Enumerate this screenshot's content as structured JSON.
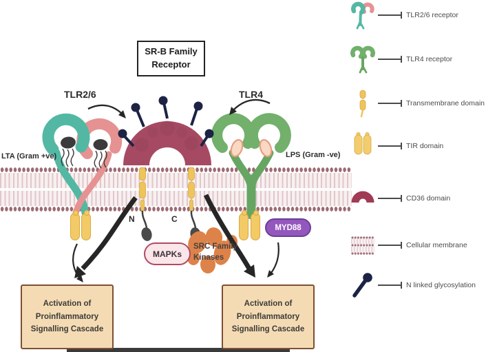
{
  "diagram": {
    "receptor_title": "SR-B Family Receptor",
    "tlr26_label": "TLR2/6",
    "tlr4_label": "TLR4",
    "lta_label": "LTA (Gram +ve)",
    "lps_label": "LPS (Gram -ve)",
    "n_terminus": "N",
    "c_terminus": "C",
    "mapks_label": "MAPKs",
    "src_label": "SRC Family Kinases",
    "myd88_label": "MYD88",
    "left_outcome": "Activation of Proinflammatory Signalling Cascade",
    "right_outcome": "Activation of Proinflammatory Signalling Cascade"
  },
  "legend": {
    "items": [
      {
        "icon": "tlr26-receptor-icon",
        "label": "TLR2/6 receptor"
      },
      {
        "icon": "tlr4-receptor-icon",
        "label": "TLR4 receptor"
      },
      {
        "icon": "transmembrane-domain-icon",
        "label": "Transmembrane domain"
      },
      {
        "icon": "tir-domain-icon",
        "label": "TIR domain"
      },
      {
        "icon": "cd36-domain-icon",
        "label": "CD36 domain"
      },
      {
        "icon": "cellular-membrane-icon",
        "label": "Cellular membrane"
      },
      {
        "icon": "n-linked-glycosylation-icon",
        "label": "N linked glycosylation"
      }
    ]
  },
  "colors": {
    "tlr2_teal": "#53b8a3",
    "tlr6_pink": "#e69292",
    "tlr4_green": "#72b06c",
    "srb_maroon": "#a64a63",
    "glycosylation_navy": "#1c2344",
    "domain_gold": "#f2ca66",
    "membrane_head": "#9c6b73",
    "myd88_purple": "#9457bd",
    "src_orange": "#dd8349",
    "outcome_tan": "#f5dbb3"
  }
}
